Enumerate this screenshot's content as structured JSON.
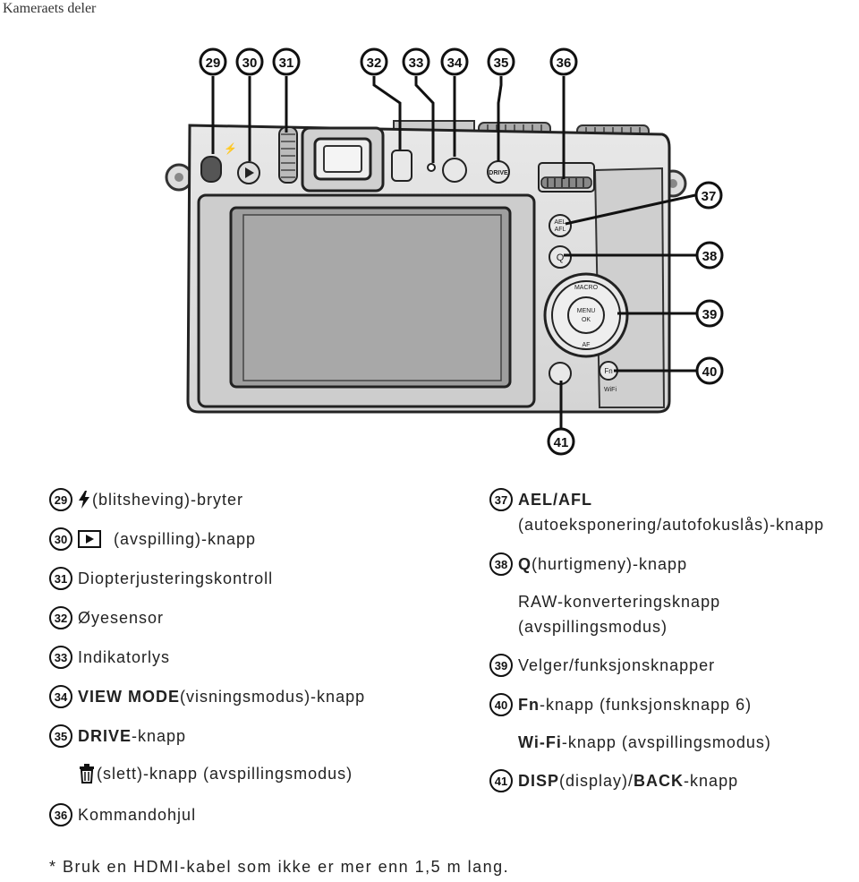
{
  "header": {
    "title": "Kameraets deler"
  },
  "diagram": {
    "top_callouts": [
      "29",
      "30",
      "31",
      "32",
      "33",
      "34",
      "35",
      "36"
    ],
    "right_callouts": [
      "37",
      "38",
      "39",
      "40"
    ],
    "bottom_callout": "41",
    "button_labels": {
      "ael": "AEL\nAFL",
      "q": "Q",
      "macro": "MACRO",
      "menu": "MENU",
      "ok": "OK",
      "af": "AF",
      "fn": "Fn",
      "wifi": "WiFi",
      "drive": "DRIVE"
    }
  },
  "legend_left": [
    {
      "num": "29",
      "icon": "flash-icon",
      "text": "(blitsheving)-bryter"
    },
    {
      "num": "30",
      "icon": "playback-icon",
      "text": "(avspilling)-knapp"
    },
    {
      "num": "31",
      "text": "Diopterjusteringskontroll"
    },
    {
      "num": "32",
      "text": "Øyesensor"
    },
    {
      "num": "33",
      "text": "Indikatorlys"
    },
    {
      "num": "34",
      "bold": "VIEW MODE",
      "text": " (visningsmodus)-knapp"
    },
    {
      "num": "35",
      "bold": "DRIVE",
      "text": "-knapp"
    },
    {
      "num": "",
      "icon": "trash-icon",
      "text": "(slett)-knapp (avspillingsmodus)"
    },
    {
      "num": "36",
      "text": "Kommandohjul"
    }
  ],
  "legend_right": [
    {
      "num": "37",
      "bold": "AEL/AFL",
      "text": ""
    },
    {
      "num": "",
      "text": "(autoeksponering/autofokuslås)-knapp"
    },
    {
      "num": "38",
      "bold": "Q",
      "text": " (hurtigmeny)-knapp"
    },
    {
      "num": "",
      "text": "RAW-konverteringsknapp"
    },
    {
      "num": "",
      "text": "(avspillingsmodus)"
    },
    {
      "num": "39",
      "text": "Velger/funksjonsknapper"
    },
    {
      "num": "40",
      "bold": "Fn",
      "text": "-knapp (funksjonsknapp 6)"
    },
    {
      "num": "",
      "bold": "Wi-Fi",
      "text": "-knapp (avspillingsmodus)"
    },
    {
      "num": "41",
      "bold": "DISP",
      "text": " (display)/",
      "bold2": "BACK",
      "text2": "-knapp"
    }
  ],
  "footnote": "* Bruk en HDMI-kabel som ikke er mer enn 1,5 m lang."
}
